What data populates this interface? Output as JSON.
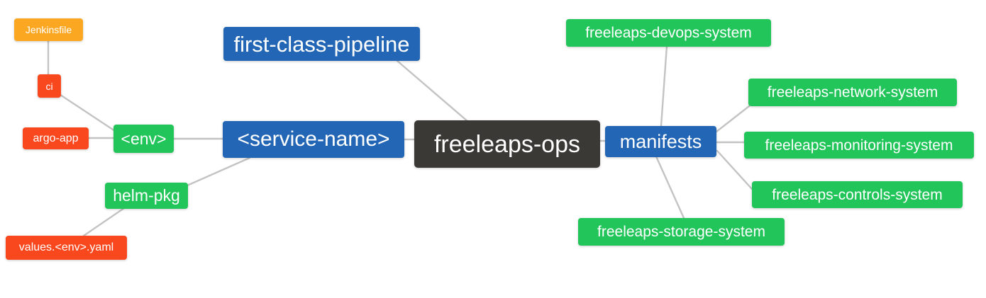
{
  "diagram": {
    "title": "freeleaps-ops repository mindmap",
    "background": "#ffffff",
    "edge_color": "#c3c3c3",
    "palette": {
      "root_dark": "#3b3935",
      "blue": "#2266b5",
      "green": "#22c55a",
      "orange": "#fca722",
      "red": "#f9481e"
    }
  },
  "nodes": {
    "root": {
      "label": "freeleaps-ops",
      "color": "#3b3935"
    },
    "first_class_pipeline": {
      "label": "first-class-pipeline",
      "color": "#2266b5"
    },
    "service_name": {
      "label": "<service-name>",
      "color": "#2266b5"
    },
    "manifests": {
      "label": "manifests",
      "color": "#2266b5"
    },
    "env": {
      "label": "<env>",
      "color": "#22c55a"
    },
    "helm_pkg": {
      "label": "helm-pkg",
      "color": "#22c55a"
    },
    "jenkinsfile": {
      "label": "Jenkinsfile",
      "color": "#fca722"
    },
    "ci": {
      "label": "ci",
      "color": "#f9481e"
    },
    "argo_app": {
      "label": "argo-app",
      "color": "#f9481e"
    },
    "values_yaml": {
      "label": "values.<env>.yaml",
      "color": "#f9481e"
    },
    "devops_system": {
      "label": "freeleaps-devops-system",
      "color": "#22c55a"
    },
    "network_system": {
      "label": "freeleaps-network-system",
      "color": "#22c55a"
    },
    "monitoring_system": {
      "label": "freeleaps-monitoring-system",
      "color": "#22c55a"
    },
    "controls_system": {
      "label": "freeleaps-controls-system",
      "color": "#22c55a"
    },
    "storage_system": {
      "label": "freeleaps-storage-system",
      "color": "#22c55a"
    }
  },
  "edges": [
    {
      "from": "first_class_pipeline",
      "to": "root"
    },
    {
      "from": "service_name",
      "to": "root"
    },
    {
      "from": "manifests",
      "to": "root"
    },
    {
      "from": "env",
      "to": "service_name"
    },
    {
      "from": "helm_pkg",
      "to": "service_name"
    },
    {
      "from": "ci",
      "to": "jenkinsfile"
    },
    {
      "from": "ci",
      "to": "env"
    },
    {
      "from": "argo_app",
      "to": "env"
    },
    {
      "from": "values_yaml",
      "to": "helm_pkg"
    },
    {
      "from": "devops_system",
      "to": "manifests"
    },
    {
      "from": "network_system",
      "to": "manifests"
    },
    {
      "from": "monitoring_system",
      "to": "manifests"
    },
    {
      "from": "controls_system",
      "to": "manifests"
    },
    {
      "from": "storage_system",
      "to": "manifests"
    }
  ]
}
